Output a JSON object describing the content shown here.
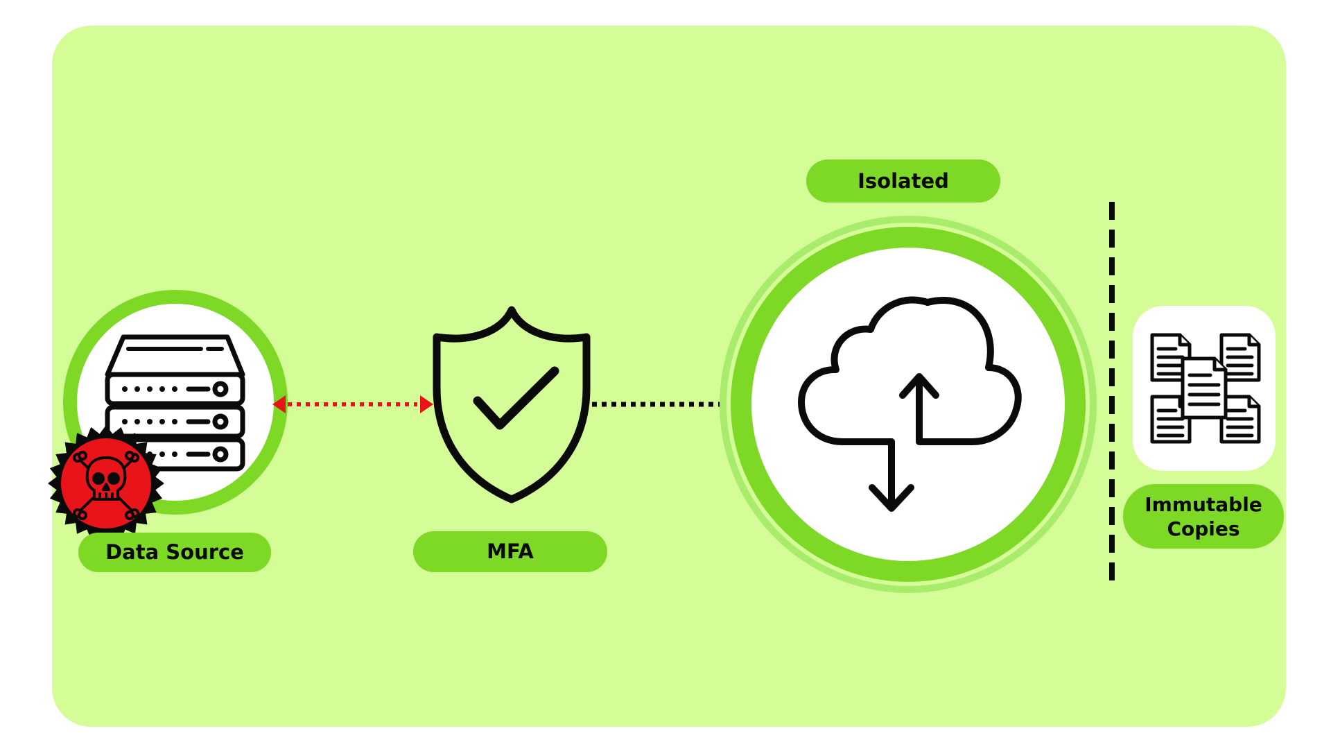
{
  "labels": {
    "data_source": "Data Source",
    "mfa": "MFA",
    "isolated": "Isolated",
    "immutable_line1": "Immutable",
    "immutable_line2": "Copies"
  },
  "icons": [
    "server-rack-icon",
    "skull-crossbones-icon",
    "shield-check-icon",
    "cloud-sync-icon",
    "documents-icon"
  ],
  "colors": {
    "page_background": "#ffffff",
    "panel_background": "#d4fd98",
    "accent_green": "#7ed826",
    "light_green_ring": "#a9ec6b",
    "danger_red": "#e8141a",
    "icon_black": "#0a0a0a"
  }
}
